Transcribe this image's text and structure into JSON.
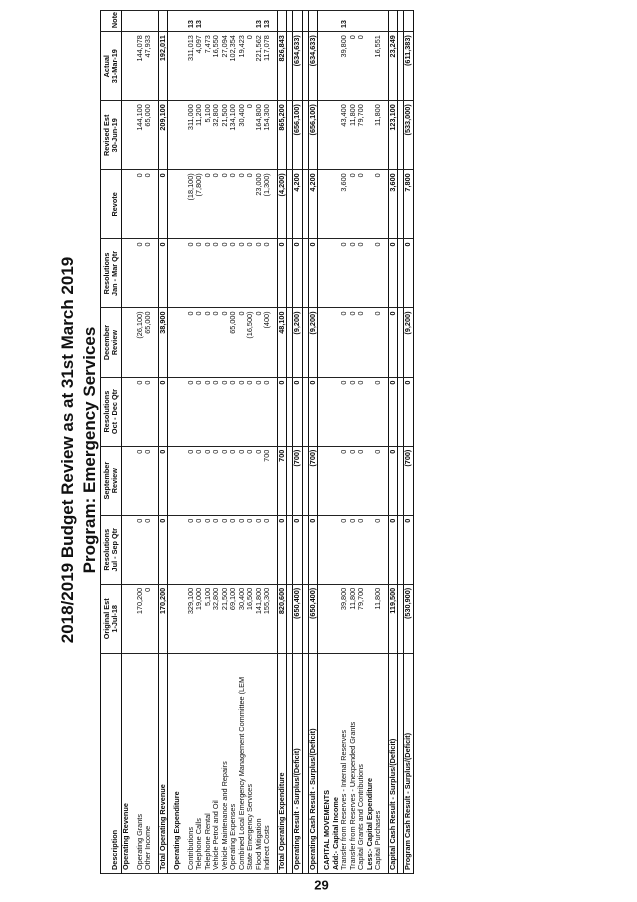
{
  "page_number": "29",
  "title_line1": "2018/2019 Budget Review as at 31st March 2019",
  "title_line2": "Program: Emergency Services",
  "columns": {
    "description": "Description",
    "c1a": "Original Est",
    "c1b": "1-Jul-18",
    "c2a": "Resolutions",
    "c2b": "Jul - Sep Qtr",
    "c3a": "September",
    "c3b": "Review",
    "c4a": "Resolutions",
    "c4b": "Oct - Dec Qtr",
    "c5a": "December",
    "c5b": "Review",
    "c6a": "Resolutions",
    "c6b": "Jan - Mar Qtr",
    "c7a": "Revote",
    "c7b": "",
    "c8a": "Revised Est",
    "c8b": "30-Jun-19",
    "c9a": "Actual",
    "c9b": "31-Mar-19",
    "note": "Note"
  },
  "rows": [
    {
      "type": "section",
      "desc": "Operating Revenue",
      "v": [
        "",
        "",
        "",
        "",
        "",
        "",
        "",
        "",
        ""
      ],
      "note": ""
    },
    {
      "type": "gap"
    },
    {
      "type": "line",
      "desc": "Operating Grants",
      "v": [
        "170,200",
        "0",
        "0",
        "0",
        "(26,100)",
        "0",
        "0",
        "144,100",
        "144,078"
      ],
      "note": ""
    },
    {
      "type": "line",
      "desc": "Other Income",
      "v": [
        "0",
        "0",
        "0",
        "0",
        "65,000",
        "0",
        "0",
        "65,000",
        "47,933"
      ],
      "note": ""
    },
    {
      "type": "gap"
    },
    {
      "type": "total",
      "desc": "Total Operating Revenue",
      "v": [
        "170,200",
        "0",
        "0",
        "0",
        "38,900",
        "0",
        "0",
        "209,100",
        "192,011"
      ],
      "note": ""
    },
    {
      "type": "gap"
    },
    {
      "type": "section",
      "desc": "Operating Expenditure",
      "v": [
        "",
        "",
        "",
        "",
        "",
        "",
        "",
        "",
        ""
      ],
      "note": ""
    },
    {
      "type": "gap"
    },
    {
      "type": "line",
      "desc": "Contributions",
      "v": [
        "329,100",
        "0",
        "0",
        "0",
        "0",
        "0",
        "(18,100)",
        "311,000",
        "311,013"
      ],
      "note": "13"
    },
    {
      "type": "line",
      "desc": "Telephone Calls",
      "v": [
        "19,000",
        "0",
        "0",
        "0",
        "0",
        "0",
        "(7,800)",
        "11,200",
        "4,097"
      ],
      "note": "13"
    },
    {
      "type": "line",
      "desc": "Telephone Rental",
      "v": [
        "5,100",
        "0",
        "0",
        "0",
        "0",
        "0",
        "0",
        "5,100",
        "7,473"
      ],
      "note": ""
    },
    {
      "type": "line",
      "desc": "Vehicle Petrol and Oil",
      "v": [
        "32,800",
        "0",
        "0",
        "0",
        "0",
        "0",
        "0",
        "32,800",
        "16,550"
      ],
      "note": ""
    },
    {
      "type": "line",
      "desc": "Vehicle Maintenance and Repairs",
      "v": [
        "21,500",
        "0",
        "0",
        "0",
        "0",
        "0",
        "0",
        "21,500",
        "27,094"
      ],
      "note": ""
    },
    {
      "type": "line",
      "desc": "Operating Expenses",
      "v": [
        "69,100",
        "0",
        "0",
        "0",
        "65,000",
        "0",
        "0",
        "134,100",
        "102,354"
      ],
      "note": ""
    },
    {
      "type": "line",
      "desc": "Combined Local Emergency Management Committee (LEM",
      "v": [
        "30,400",
        "0",
        "0",
        "0",
        "0",
        "0",
        "0",
        "30,400",
        "19,423"
      ],
      "note": ""
    },
    {
      "type": "line",
      "desc": "State Emergency Services",
      "v": [
        "16,500",
        "0",
        "0",
        "0",
        "(16,500)",
        "0",
        "0",
        "0",
        "0"
      ],
      "note": ""
    },
    {
      "type": "line",
      "desc": "Flood Mitigation",
      "v": [
        "141,800",
        "0",
        "0",
        "0",
        "0",
        "0",
        "23,000",
        "164,800",
        "221,562"
      ],
      "note": "13"
    },
    {
      "type": "line",
      "desc": "Indirect Costs",
      "v": [
        "155,300",
        "0",
        "700",
        "0",
        "(400)",
        "0",
        "(1,300)",
        "154,300",
        "117,078"
      ],
      "note": "13"
    },
    {
      "type": "gap"
    },
    {
      "type": "total",
      "desc": "Total Operating Expenditure",
      "v": [
        "820,600",
        "0",
        "700",
        "0",
        "48,100",
        "0",
        "(4,200)",
        "865,200",
        "826,843"
      ],
      "note": ""
    },
    {
      "type": "gap"
    },
    {
      "type": "total",
      "desc": "Operating Result - Surplus/(Deficit)",
      "v": [
        "(650,400)",
        "0",
        "(700)",
        "0",
        "(9,200)",
        "0",
        "4,200",
        "(656,100)",
        "(634,633)"
      ],
      "note": ""
    },
    {
      "type": "gap"
    },
    {
      "type": "total",
      "desc": "Operating Cash Result - Surplus/(Deficit)",
      "v": [
        "(650,400)",
        "0",
        "(700)",
        "0",
        "(9,200)",
        "0",
        "4,200",
        "(656,100)",
        "(634,633)"
      ],
      "note": ""
    },
    {
      "type": "gap"
    },
    {
      "type": "section",
      "desc": "CAPITAL MOVEMENTS",
      "v": [
        "",
        "",
        "",
        "",
        "",
        "",
        "",
        "",
        ""
      ],
      "note": ""
    },
    {
      "type": "section",
      "desc": "Add:- Capital Income",
      "v": [
        "",
        "",
        "",
        "",
        "",
        "",
        "",
        "",
        ""
      ],
      "note": ""
    },
    {
      "type": "line",
      "desc": "Transfer from Reserves - Internal Reserves",
      "v": [
        "39,800",
        "0",
        "0",
        "0",
        "0",
        "0",
        "3,600",
        "43,400",
        "39,800"
      ],
      "note": "13"
    },
    {
      "type": "line",
      "desc": "Transfer from Reserves - Unexpended Grants",
      "v": [
        "11,800",
        "0",
        "0",
        "0",
        "0",
        "0",
        "0",
        "11,800",
        "0"
      ],
      "note": ""
    },
    {
      "type": "line",
      "desc": "Capital Grants and Contributions",
      "v": [
        "79,700",
        "0",
        "0",
        "0",
        "0",
        "0",
        "0",
        "79,700",
        "0"
      ],
      "note": ""
    },
    {
      "type": "section",
      "desc": "Less:- Capital Expenditure",
      "v": [
        "",
        "",
        "",
        "",
        "",
        "",
        "",
        "",
        ""
      ],
      "note": ""
    },
    {
      "type": "line",
      "desc": "Capital Purchases",
      "v": [
        "11,800",
        "0",
        "0",
        "0",
        "0",
        "0",
        "0",
        "11,800",
        "16,551"
      ],
      "note": ""
    },
    {
      "type": "gap"
    },
    {
      "type": "total",
      "desc": "Capital Cash Result - Surplus/(Deficit)",
      "v": [
        "119,500",
        "0",
        "0",
        "0",
        "0",
        "0",
        "3,600",
        "123,100",
        "23,249"
      ],
      "note": ""
    },
    {
      "type": "gap"
    },
    {
      "type": "total",
      "desc": "Program Cash Result - Surplus/(Deficit)",
      "v": [
        "(530,900)",
        "0",
        "(700)",
        "0",
        "(9,200)",
        "0",
        "7,800",
        "(533,000)",
        "(611,383)"
      ],
      "note": ""
    }
  ]
}
